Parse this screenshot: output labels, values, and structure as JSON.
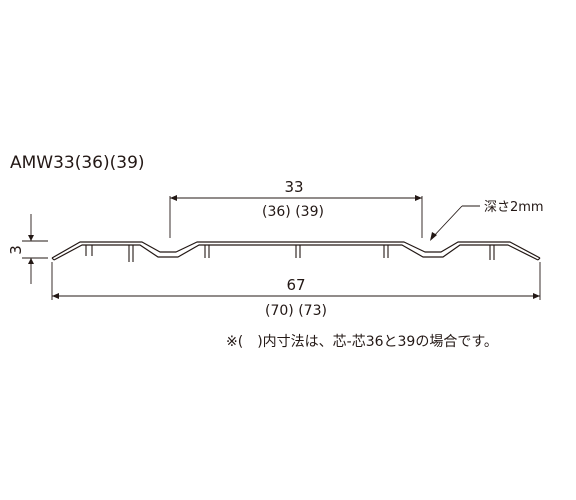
{
  "title": "AMW33(36)(39)",
  "dimensions": {
    "thickness": "3",
    "center_width": "33",
    "center_width_alt": "(36) (39)",
    "groove_depth": "深さ2mm",
    "total_width": "67",
    "total_width_alt": "(70) (73)"
  },
  "note": "※(　)内寸法は、芯-芯36と39の場合です。"
}
